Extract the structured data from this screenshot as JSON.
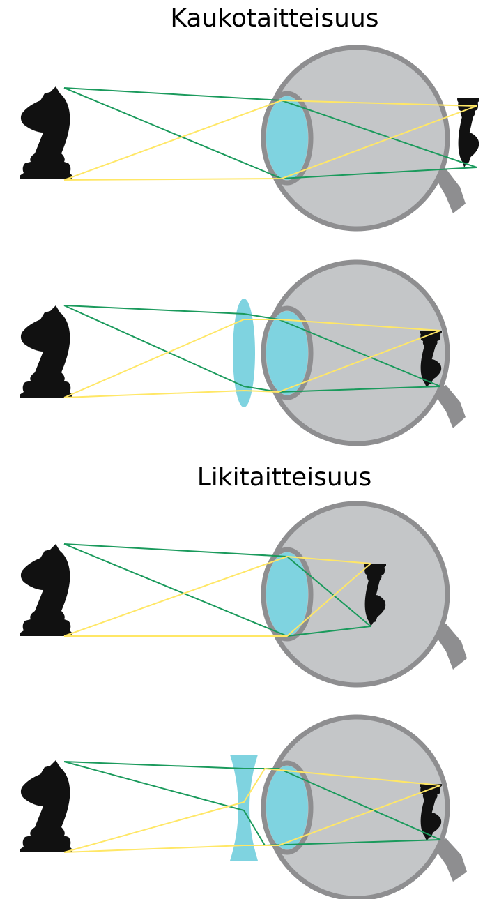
{
  "titles": {
    "hyperopia": "Kaukotaitteisuus",
    "myopia": "Likitaitteisuus"
  },
  "colors": {
    "ray_green": "#1a9a5c",
    "ray_yellow": "#ffe766",
    "lens": "#7fd3e0",
    "eye_fill": "#c4c6c8",
    "eye_stroke": "#8e8e90",
    "piece": "#111111"
  },
  "panels": [
    {
      "name": "hyperopia-uncorrected",
      "corrective_lens": "none",
      "image_position": "behind-retina"
    },
    {
      "name": "hyperopia-corrected",
      "corrective_lens": "convex",
      "image_position": "on-retina"
    },
    {
      "name": "myopia-uncorrected",
      "corrective_lens": "none",
      "image_position": "in-front-of-retina"
    },
    {
      "name": "myopia-corrected",
      "corrective_lens": "concave",
      "image_position": "on-retina"
    }
  ],
  "icons": [
    "chess-knight-icon",
    "eye-icon",
    "crystalline-lens-icon",
    "convex-lens-icon",
    "concave-lens-icon",
    "optic-nerve-icon"
  ]
}
